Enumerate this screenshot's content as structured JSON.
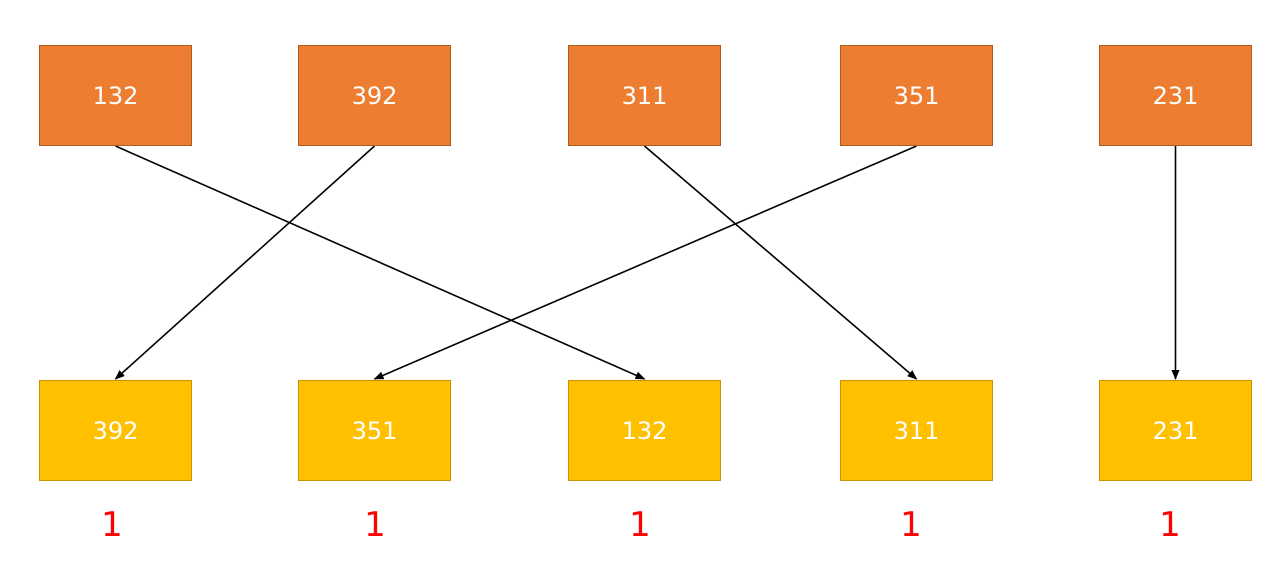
{
  "colors": {
    "top_fill": "#ED7D31",
    "bottom_fill": "#FFC000",
    "label_color": "#FF0000",
    "line_color": "#000000"
  },
  "top_row": [
    "132",
    "392",
    "311",
    "351",
    "231"
  ],
  "bottom_row": [
    "392",
    "351",
    "132",
    "311",
    "231"
  ],
  "counts": [
    "1",
    "1",
    "1",
    "1",
    "1"
  ],
  "mapping": [
    {
      "from": 0,
      "to": 2
    },
    {
      "from": 1,
      "to": 0
    },
    {
      "from": 2,
      "to": 3
    },
    {
      "from": 3,
      "to": 1
    },
    {
      "from": 4,
      "to": 4
    }
  ]
}
